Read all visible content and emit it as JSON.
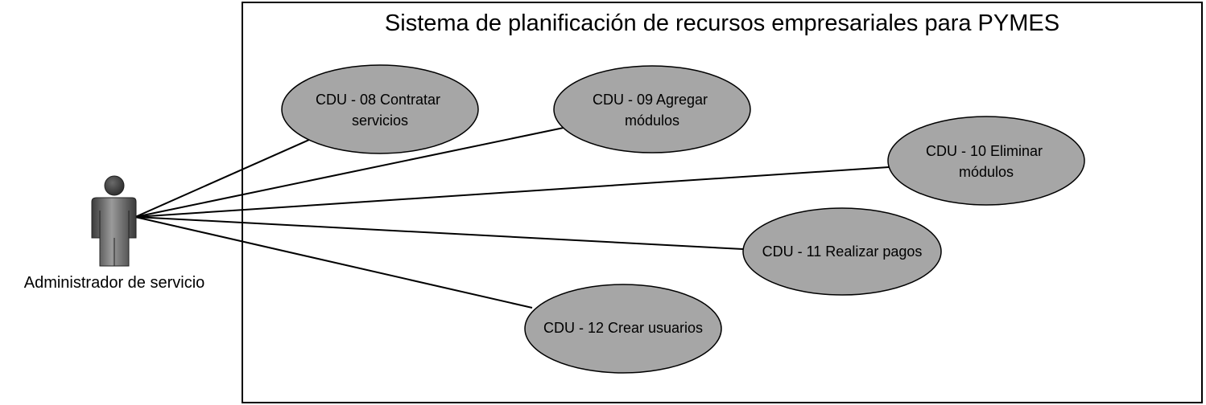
{
  "system": {
    "title": "Sistema de planificación de recursos empresariales para PYMES"
  },
  "actor": {
    "name": "Administrador de servicio"
  },
  "use_cases": [
    {
      "id": "cdu-08",
      "lines": [
        "CDU - 08 Contratar",
        "servicios"
      ]
    },
    {
      "id": "cdu-09",
      "lines": [
        "CDU - 09 Agregar",
        "módulos"
      ]
    },
    {
      "id": "cdu-10",
      "lines": [
        "CDU - 10 Eliminar",
        "módulos"
      ]
    },
    {
      "id": "cdu-11",
      "lines": [
        "CDU - 11 Realizar pagos"
      ]
    },
    {
      "id": "cdu-12",
      "lines": [
        "CDU - 12 Crear usuarios"
      ]
    }
  ],
  "colors": {
    "use_case_fill": "#a6a6a6",
    "stroke": "#000000",
    "actor_fill": "#5a5a5a"
  }
}
